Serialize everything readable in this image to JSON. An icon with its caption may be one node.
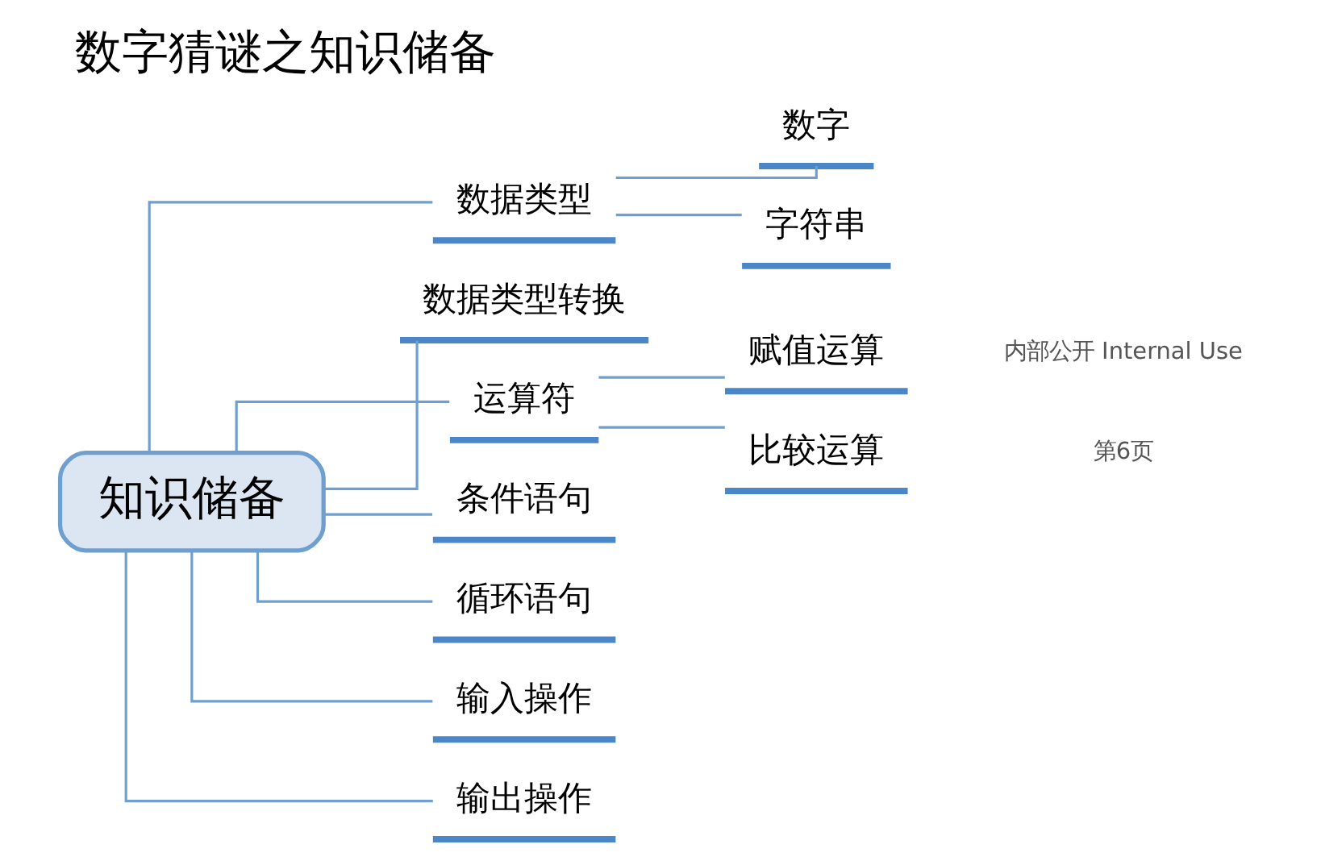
{
  "diagram": {
    "title": "数字猜谜之知识储备",
    "nodes": [
      {
        "text": [
          "知识储备"
        ]
      },
      {
        "text": [
          "数据类型"
        ]
      },
      {
        "text": [
          "数字"
        ]
      },
      {
        "text": [
          "字符串"
        ]
      },
      {
        "text": [
          "数据类型转换"
        ]
      },
      {
        "text": [
          "运算符"
        ]
      },
      {
        "text": [
          "赋值运算"
        ]
      },
      {
        "text": [
          "比较运算"
        ]
      },
      {
        "text": [
          "条件语句"
        ]
      },
      {
        "text": [
          "循环语句"
        ]
      },
      {
        "text": [
          "输入操作"
        ]
      },
      {
        "text": [
          "输出操作"
        ]
      }
    ],
    "edges": [
      {
        "from": 0,
        "to": 1,
        "arrow": "none"
      },
      {
        "from": 1,
        "to": 2,
        "arrow": "none"
      },
      {
        "from": 1,
        "to": 3,
        "arrow": "none"
      },
      {
        "from": 0,
        "to": 4,
        "arrow": "none"
      },
      {
        "from": 0,
        "to": 5,
        "arrow": "none"
      },
      {
        "from": 5,
        "to": 6,
        "arrow": "none"
      },
      {
        "from": 5,
        "to": 7,
        "arrow": "none"
      },
      {
        "from": 0,
        "to": 8,
        "arrow": "none"
      },
      {
        "from": 0,
        "to": 9,
        "arrow": "none"
      },
      {
        "from": 0,
        "to": 10,
        "arrow": "none"
      },
      {
        "from": 0,
        "to": 11,
        "arrow": "none"
      }
    ],
    "labels": [
      "内部公开 Internal Use",
      "第6页"
    ]
  }
}
